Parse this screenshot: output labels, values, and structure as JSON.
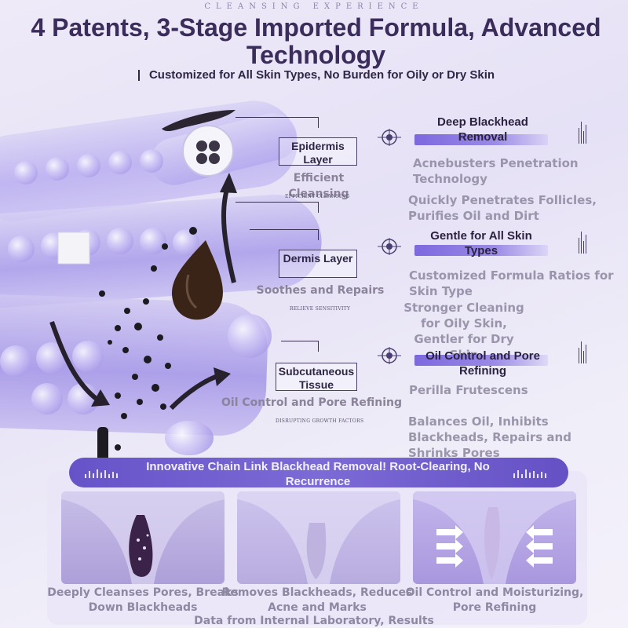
{
  "header": {
    "tagline": "CLEANSING EXPERIENCE",
    "title": "4 Patents, 3-Stage Imported Formula, Advanced Technology",
    "subtitle": "Customized for All Skin Types, No Burden for Oily or Dry Skin"
  },
  "layers": [
    {
      "name": "Epidermis Layer",
      "description": "Efficient Cleansing",
      "tiny": "EFFICIENT CLEANSING"
    },
    {
      "name": "Dermis Layer",
      "description": "Soothes and Repairs",
      "tiny": "RELIEVE SENSITIVITY"
    },
    {
      "name": "Subcutaneous Tissue",
      "description": "Oil Control and Pore Refining",
      "tiny": "DISRUPTING GROWTH FACTORS"
    }
  ],
  "features": [
    {
      "title": "Deep Blackhead Removal",
      "line1": "Acnebusters Penetration Technology",
      "line2": "Quickly Penetrates Follicles, Purifies Oil and Dirt"
    },
    {
      "title": "Gentle for All Skin Types",
      "line1": "Customized Formula Ratios for Skin Type",
      "line2": "Stronger Cleaning for Oily Skin, Gentler for Dry Skin"
    },
    {
      "title": "Oil Control and Pore Refining",
      "line1": "Perilla Frutescens",
      "line2": "Balances Oil, Inhibits Blackheads, Repairs and Shrinks Pores"
    }
  ],
  "banner": "Innovative Chain Link Blackhead Removal! Root-Clearing, No Recurrence",
  "panels": [
    {
      "caption": "Deeply Cleanses Pores, Breaks Down Blackheads"
    },
    {
      "caption": "Removes Blackheads, Reduces Acne and Marks"
    },
    {
      "caption": "Oil Control and Moisturizing, Pore Refining"
    }
  ],
  "footer": "Data from Internal Laboratory, Results",
  "colors": {
    "title": "#3a2d5c",
    "accent_purple": "#6653c8",
    "feature_bar": "#7d68de",
    "muted_text": "#9b95ac"
  },
  "icons": [
    "target-icon",
    "sound-bars-icon",
    "arrow-icon",
    "blackhead-drop-icon"
  ]
}
